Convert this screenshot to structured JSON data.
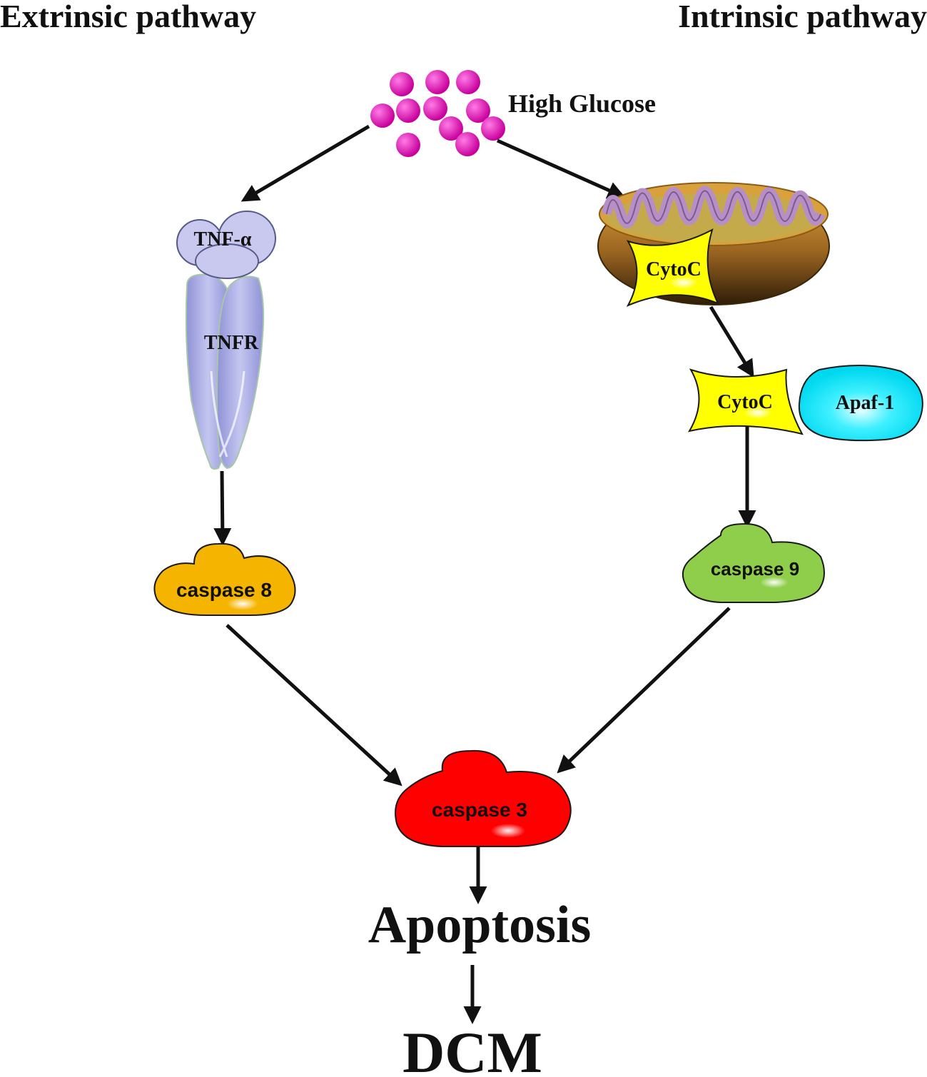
{
  "headings": {
    "extrinsic": "Extrinsic pathway",
    "intrinsic": "Intrinsic pathway"
  },
  "nodes": {
    "high_glucose": "High Glucose",
    "tnf_alpha": "TNF-α",
    "tnfr": "TNFR",
    "cytoc_mito": "CytoC",
    "cytoc_complex": "CytoC",
    "apaf1": "Apaf-1",
    "caspase8": "caspase 8",
    "caspase9": "caspase 9",
    "caspase3": "caspase 3",
    "apoptosis": "Apoptosis",
    "dcm": "DCM"
  },
  "colors": {
    "glucose": "#e600b4",
    "tnf_alpha": "#c9c8ee",
    "tnfr": "#9d9fdc",
    "mitochondria_outer": "#c7892a",
    "mitochondria_inner": "#b58fc6",
    "cytoc": "#ffff00",
    "apaf1": "#00e5ff",
    "caspase8": "#f5b400",
    "caspase9": "#8fce4a",
    "caspase3": "#ff0000"
  }
}
